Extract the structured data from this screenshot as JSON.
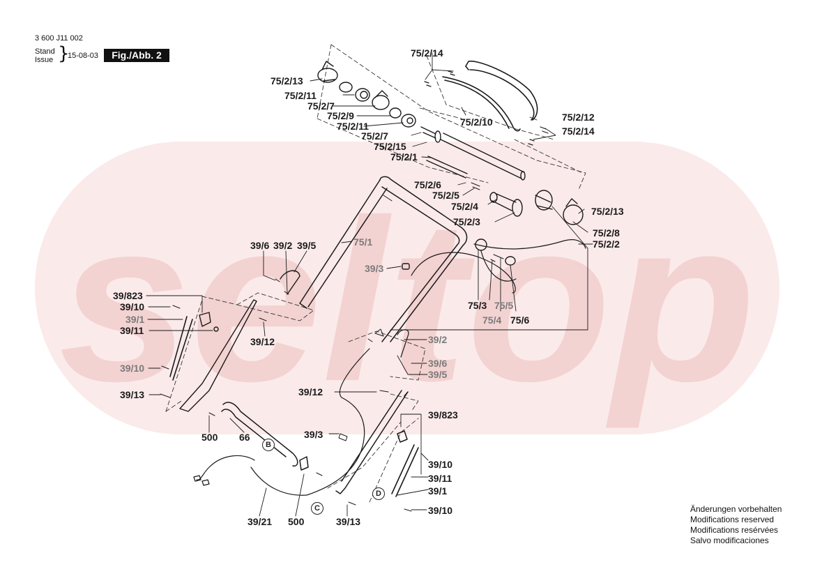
{
  "header": {
    "part_number": "3 600 J11 002",
    "stand_label": "Stand",
    "issue_label": "Issue",
    "date": "15-08-03",
    "figure": "Fig./Abb. 2"
  },
  "watermark": {
    "text": "seltop",
    "color": "#f7dada"
  },
  "callouts": [
    "75/2/14",
    "75/2/13",
    "75/2/11",
    "75/2/7",
    "75/2/9",
    "75/2/11",
    "75/2/7",
    "75/2/15",
    "75/2/1",
    "75/2/10",
    "75/2/12",
    "75/2/14",
    "75/2/6",
    "75/2/5",
    "75/2/4",
    "75/2/3",
    "75/2/13",
    "75/2/8",
    "75/2/2",
    "75/1",
    "39/6",
    "39/2",
    "39/5",
    "39/3",
    "39/823",
    "39/10",
    "39/1",
    "39/11",
    "39/12",
    "39/10",
    "39/13",
    "75/3",
    "75/5",
    "75/4",
    "75/6",
    "39/2",
    "39/6",
    "39/5",
    "39/12",
    "39/823",
    "500",
    "66",
    "39/3",
    "39/10",
    "39/11",
    "39/1",
    "39/10",
    "39/21",
    "500",
    "39/13"
  ],
  "view_markers": [
    "B",
    "C",
    "D"
  ],
  "notes": [
    "Änderungen vorbehalten",
    "Modifications reserved",
    "Modifications resérvées",
    "Salvo modificaciones"
  ]
}
